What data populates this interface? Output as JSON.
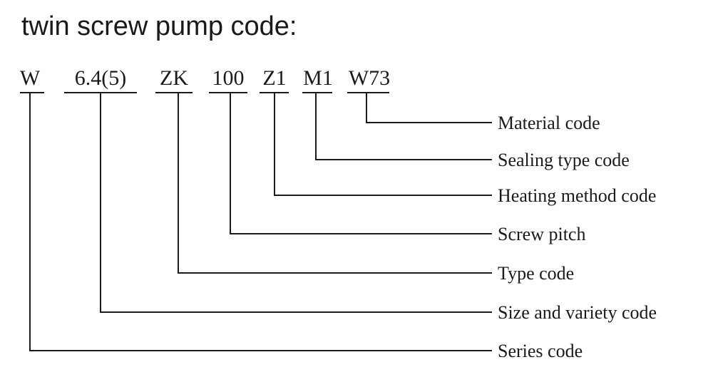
{
  "title": "twin screw pump code:",
  "segments": [
    {
      "code": "W",
      "label": "Series code"
    },
    {
      "code": "6.4(5)",
      "label": "Size and variety code"
    },
    {
      "code": "ZK",
      "label": "Type code"
    },
    {
      "code": "100",
      "label": "Screw pitch"
    },
    {
      "code": "Z1",
      "label": "Heating method code"
    },
    {
      "code": "M1",
      "label": "Sealing type code"
    },
    {
      "code": "W73",
      "label": "Material code"
    }
  ]
}
